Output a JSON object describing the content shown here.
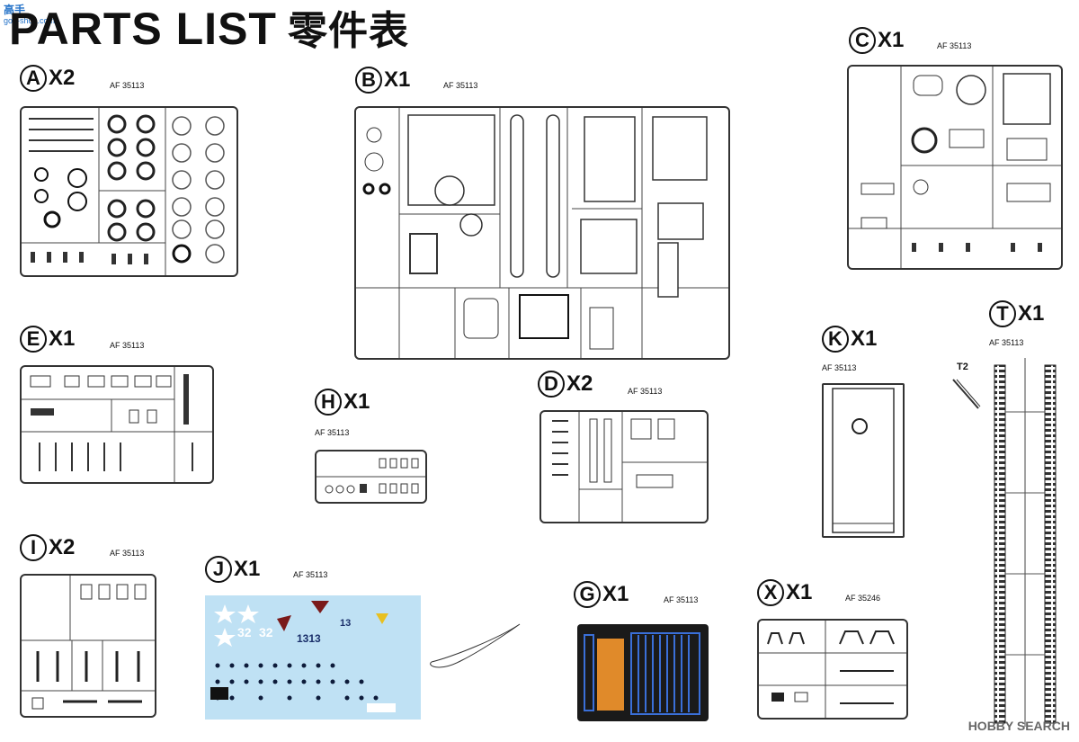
{
  "header": {
    "title": "PARTS  LIST",
    "title_cn": "零件表",
    "logo_text": "高手",
    "logo_url": "goo-shou.com"
  },
  "parts": [
    {
      "id": "A",
      "letter": "A",
      "qty": "X2",
      "code": "AF 35113"
    },
    {
      "id": "B",
      "letter": "B",
      "qty": "X1",
      "code": "AF 35113"
    },
    {
      "id": "C",
      "letter": "C",
      "qty": "X1",
      "code": "AF 35113"
    },
    {
      "id": "E",
      "letter": "E",
      "qty": "X1",
      "code": "AF 35113"
    },
    {
      "id": "H",
      "letter": "H",
      "qty": "X1",
      "code": "AF 35113"
    },
    {
      "id": "D",
      "letter": "D",
      "qty": "X2",
      "code": "AF 35113"
    },
    {
      "id": "K",
      "letter": "K",
      "qty": "X1",
      "code": "AF 35113"
    },
    {
      "id": "T",
      "letter": "T",
      "qty": "X1",
      "code": "AF 35113"
    },
    {
      "id": "I",
      "letter": "I",
      "qty": "X2",
      "code": "AF 35113"
    },
    {
      "id": "J",
      "letter": "J",
      "qty": "X1",
      "code": "AF 35113"
    },
    {
      "id": "G",
      "letter": "G",
      "qty": "X1",
      "code": "AF 35113"
    },
    {
      "id": "X",
      "letter": "X",
      "qty": "X1",
      "code": "AF 35246"
    }
  ],
  "track_label": "T2",
  "decal_numbers": {
    "n1": "32",
    "n2": "32",
    "n3": "1313",
    "n4": "13"
  },
  "watermark": "HOBBY SEARCH",
  "colors": {
    "decal_bg": "#bfe1f4",
    "pe_bg": "#1a1a1a",
    "pe_orange": "#e08a2a",
    "pe_blue": "#3a6fd8"
  }
}
